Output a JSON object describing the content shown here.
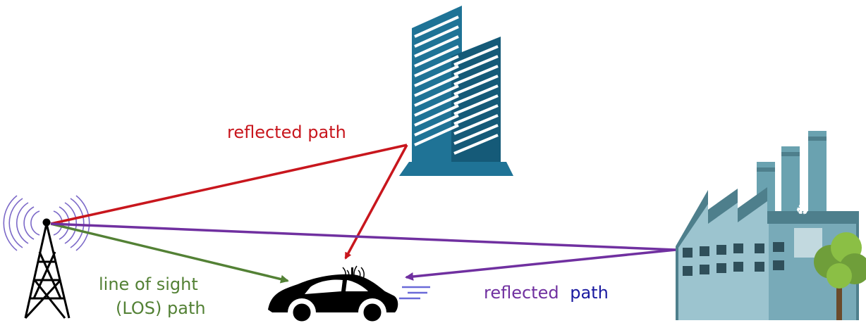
{
  "labels": {
    "reflected_building": "reflected path",
    "los_line1": "line of sight",
    "los_line2": "(LOS) path",
    "reflected_factory_word1": "reflected",
    "reflected_factory_word2": "path"
  },
  "colors": {
    "reflected_building_path": "#c8161d",
    "los_path": "#538135",
    "factory_path": "#7030a0",
    "factory_word2": "#1a1aa0",
    "building": "#1f7396",
    "building_dark": "#155a78",
    "factory_wall": "#78aab8",
    "factory_roof": "#4e7f8c"
  },
  "icons": [
    "antenna-tower-icon",
    "skyscraper-icon",
    "factory-icon",
    "car-icon",
    "tree-icon",
    "recycle-icon"
  ]
}
